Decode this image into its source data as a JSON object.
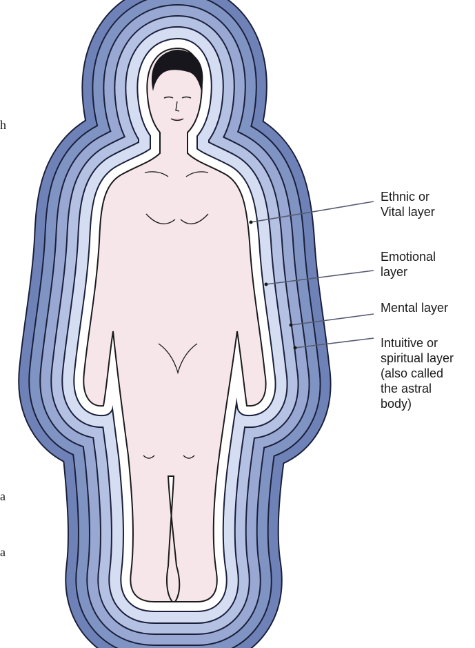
{
  "diagram": {
    "colors": {
      "aura_outer": "#5a70a8",
      "aura_inner": "#dfe6f6",
      "outline": "#1a1f3a",
      "skin": "#f6e6ea",
      "hair": "#16161c"
    },
    "labels": [
      {
        "lines": [
          "Ethnic or",
          "Vital layer"
        ]
      },
      {
        "lines": [
          "Emotional",
          "layer"
        ]
      },
      {
        "lines": [
          "Mental layer"
        ]
      },
      {
        "lines": [
          "Intuitive or",
          "spiritual layer",
          "(also called",
          "the astral",
          "body)"
        ]
      }
    ],
    "cropped_text": [
      "h",
      "a",
      "a"
    ]
  }
}
